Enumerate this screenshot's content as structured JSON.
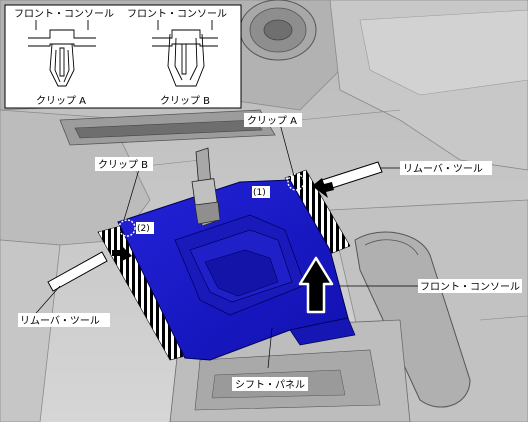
{
  "inset": {
    "clip_a": {
      "top_label": "フロント・コンソール",
      "bottom_label": "クリップ A"
    },
    "clip_b": {
      "top_label": "フロント・コンソール",
      "bottom_label": "クリップ B"
    }
  },
  "callouts": {
    "clip_a": "クリップ A",
    "clip_b": "クリップ B",
    "remover_tool_right": "リムーバ・ツール",
    "remover_tool_left": "リムーバ・ツール",
    "front_console": "フロント・コンソール",
    "shift_panel": "シフト・パネル"
  },
  "markers": {
    "one": "(1)",
    "two": "(2)"
  },
  "colors": {
    "panel": "#1919c8",
    "panel_dark": "#0c0c8a",
    "interior": "#c4c4c4",
    "arrow": "#000000"
  }
}
